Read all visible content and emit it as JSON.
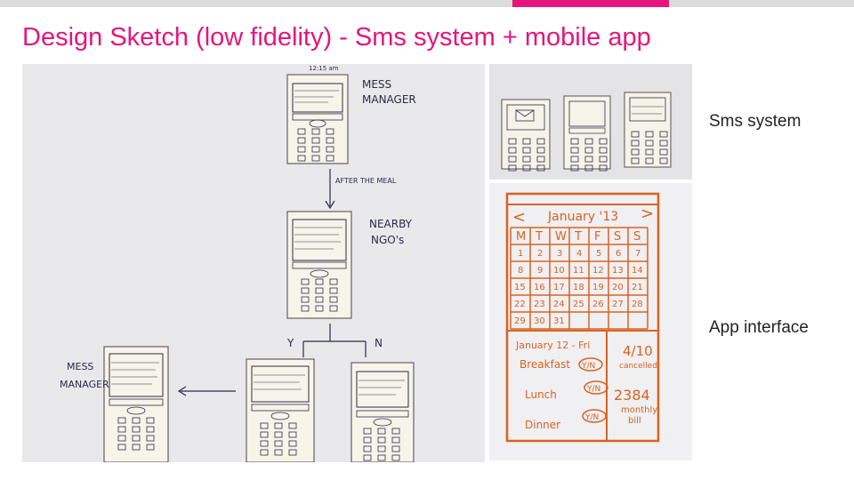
{
  "slide": {
    "title": "Design Sketch (low fidelity) -  Sms system + mobile app",
    "label_sms": "Sms system",
    "label_app": "App interface"
  },
  "sketch_flow": {
    "clock": "12:15 am",
    "mess_manager_top": [
      "MESS",
      "MANAGER"
    ],
    "arrow_label": "AFTER THE MEAL",
    "nearby": [
      "NEARBY",
      "NGO's"
    ],
    "branch_yes": "Y",
    "branch_no": "N",
    "mess_manager_bottom": [
      "MESS",
      "MANAGER"
    ]
  },
  "calendar": {
    "month": "January '13",
    "weekdays": [
      "M",
      "T",
      "W",
      "T",
      "F",
      "S",
      "S"
    ],
    "days": [
      "1",
      "2",
      "3",
      "4",
      "5",
      "6",
      "7",
      "8",
      "9",
      "10",
      "11",
      "12",
      "13",
      "14",
      "15",
      "16",
      "17",
      "18",
      "19",
      "20",
      "21",
      "22",
      "23",
      "24",
      "25",
      "26",
      "27",
      "28",
      "29",
      "30",
      "31"
    ],
    "date_line": "January 12 - Fri",
    "meals": [
      "Breakfast",
      "Lunch",
      "Dinner"
    ],
    "yn": "Y/N",
    "cancelled_count": "4/10",
    "cancelled_label": "cancelled",
    "bill_amount": "2384",
    "bill_label": [
      "monthly",
      "bill"
    ]
  },
  "colors": {
    "accent": "#e6157d",
    "sketch_ink": "#d8631f",
    "pen": "#2a2a4a"
  }
}
